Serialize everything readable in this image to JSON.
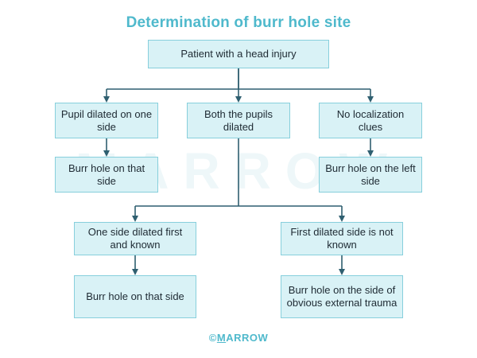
{
  "title": "Determination of burr hole site",
  "watermark": "MARROW",
  "footer": {
    "symbol": "©",
    "first_letter": "M",
    "rest": "ARROW"
  },
  "colors": {
    "accent": "#4fb9cc",
    "box_fill": "#d9f2f6",
    "box_border": "#87cfdc",
    "connector": "#2f5f70"
  },
  "nodes": {
    "root": "Patient with a head injury",
    "left": "Pupil dilated on one side",
    "center": "Both the pupils dilated",
    "right": "No localization clues",
    "left_result": "Burr hole on that side",
    "right_result": "Burr hole on the left side",
    "sub_left": "One side dilated first and known",
    "sub_right": "First dilated side is not known",
    "sub_left_result": "Burr hole on that side",
    "sub_right_result": "Burr hole on the side of obvious external trauma"
  }
}
